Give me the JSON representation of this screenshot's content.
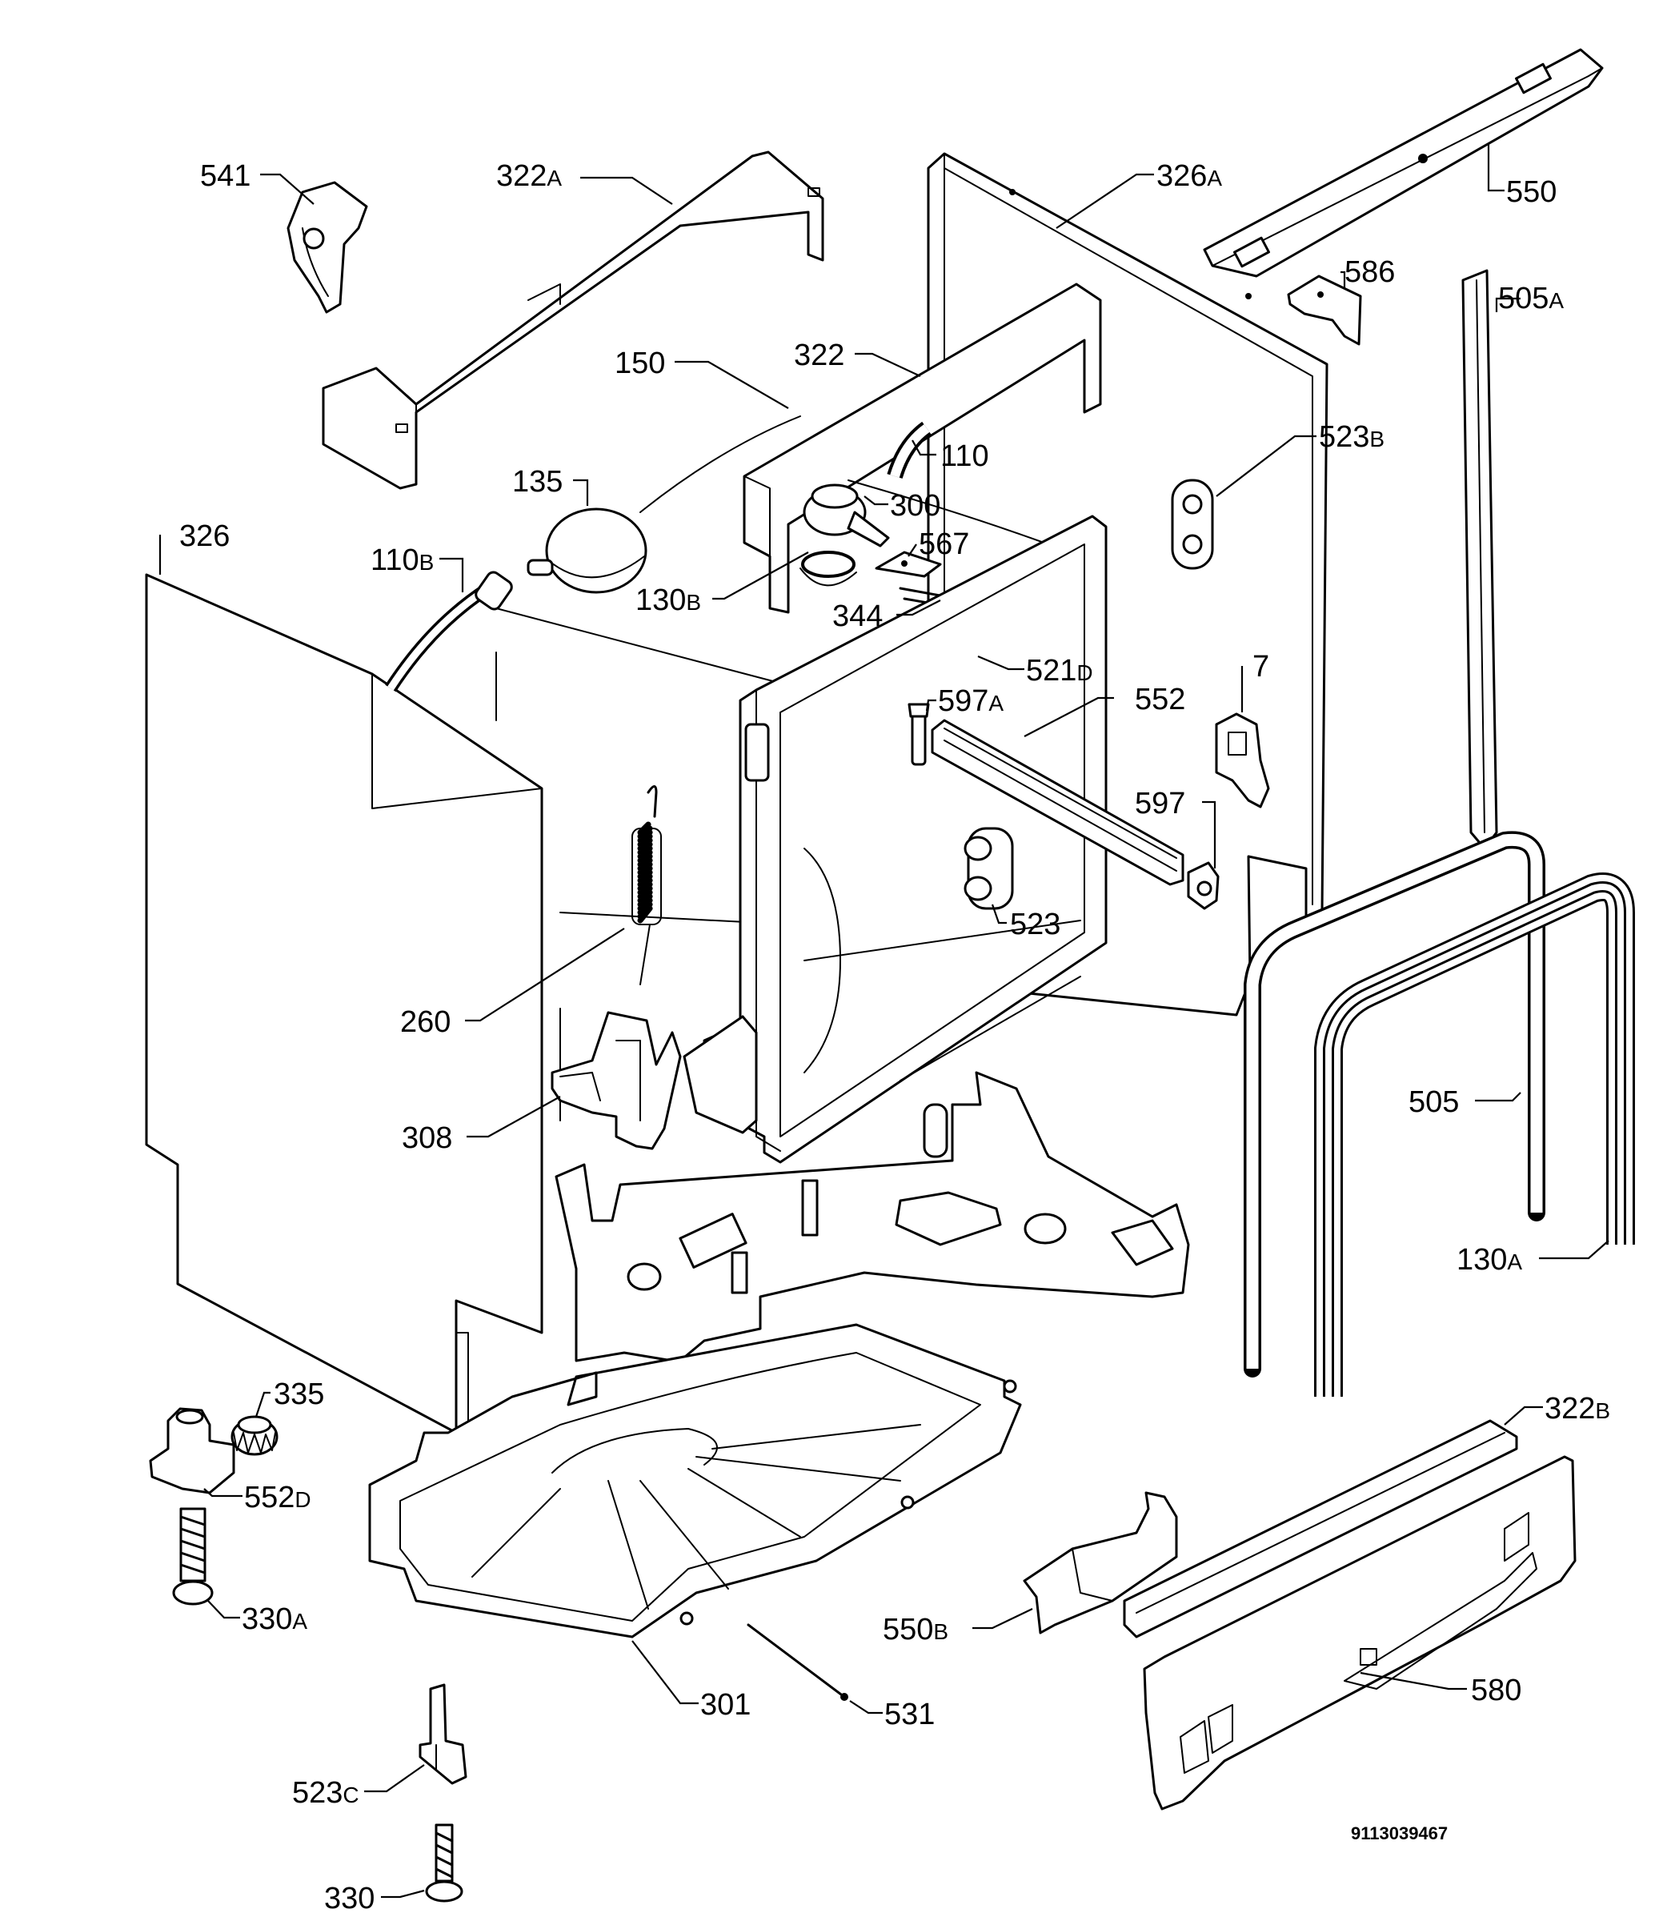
{
  "document_number": "9113039467",
  "callouts": [
    {
      "id": "541",
      "num": "541",
      "suffix": ""
    },
    {
      "id": "322a",
      "num": "322",
      "suffix": "A"
    },
    {
      "id": "326a",
      "num": "326",
      "suffix": "A"
    },
    {
      "id": "550",
      "num": "550",
      "suffix": ""
    },
    {
      "id": "586",
      "num": "586",
      "suffix": ""
    },
    {
      "id": "505a",
      "num": "505",
      "suffix": "A"
    },
    {
      "id": "150",
      "num": "150",
      "suffix": ""
    },
    {
      "id": "322",
      "num": "322",
      "suffix": ""
    },
    {
      "id": "110",
      "num": "110",
      "suffix": ""
    },
    {
      "id": "523b",
      "num": "523",
      "suffix": "B"
    },
    {
      "id": "135",
      "num": "135",
      "suffix": ""
    },
    {
      "id": "300",
      "num": "300",
      "suffix": ""
    },
    {
      "id": "326",
      "num": "326",
      "suffix": ""
    },
    {
      "id": "110b",
      "num": "110",
      "suffix": "B"
    },
    {
      "id": "567",
      "num": "567",
      "suffix": ""
    },
    {
      "id": "130b",
      "num": "130",
      "suffix": "B"
    },
    {
      "id": "344",
      "num": "344",
      "suffix": ""
    },
    {
      "id": "521d",
      "num": "521",
      "suffix": "D"
    },
    {
      "id": "7",
      "num": "7",
      "suffix": ""
    },
    {
      "id": "597a",
      "num": "597",
      "suffix": "A"
    },
    {
      "id": "552",
      "num": "552",
      "suffix": ""
    },
    {
      "id": "597",
      "num": "597",
      "suffix": ""
    },
    {
      "id": "523",
      "num": "523",
      "suffix": ""
    },
    {
      "id": "260",
      "num": "260",
      "suffix": ""
    },
    {
      "id": "505",
      "num": "505",
      "suffix": ""
    },
    {
      "id": "308",
      "num": "308",
      "suffix": ""
    },
    {
      "id": "130a",
      "num": "130",
      "suffix": "A"
    },
    {
      "id": "335",
      "num": "335",
      "suffix": ""
    },
    {
      "id": "322b",
      "num": "322",
      "suffix": "B"
    },
    {
      "id": "552d",
      "num": "552",
      "suffix": "D"
    },
    {
      "id": "330a",
      "num": "330",
      "suffix": "A"
    },
    {
      "id": "550b",
      "num": "550",
      "suffix": "B"
    },
    {
      "id": "580",
      "num": "580",
      "suffix": ""
    },
    {
      "id": "301",
      "num": "301",
      "suffix": ""
    },
    {
      "id": "531",
      "num": "531",
      "suffix": ""
    },
    {
      "id": "523c",
      "num": "523",
      "suffix": "C"
    },
    {
      "id": "330",
      "num": "330",
      "suffix": ""
    }
  ]
}
